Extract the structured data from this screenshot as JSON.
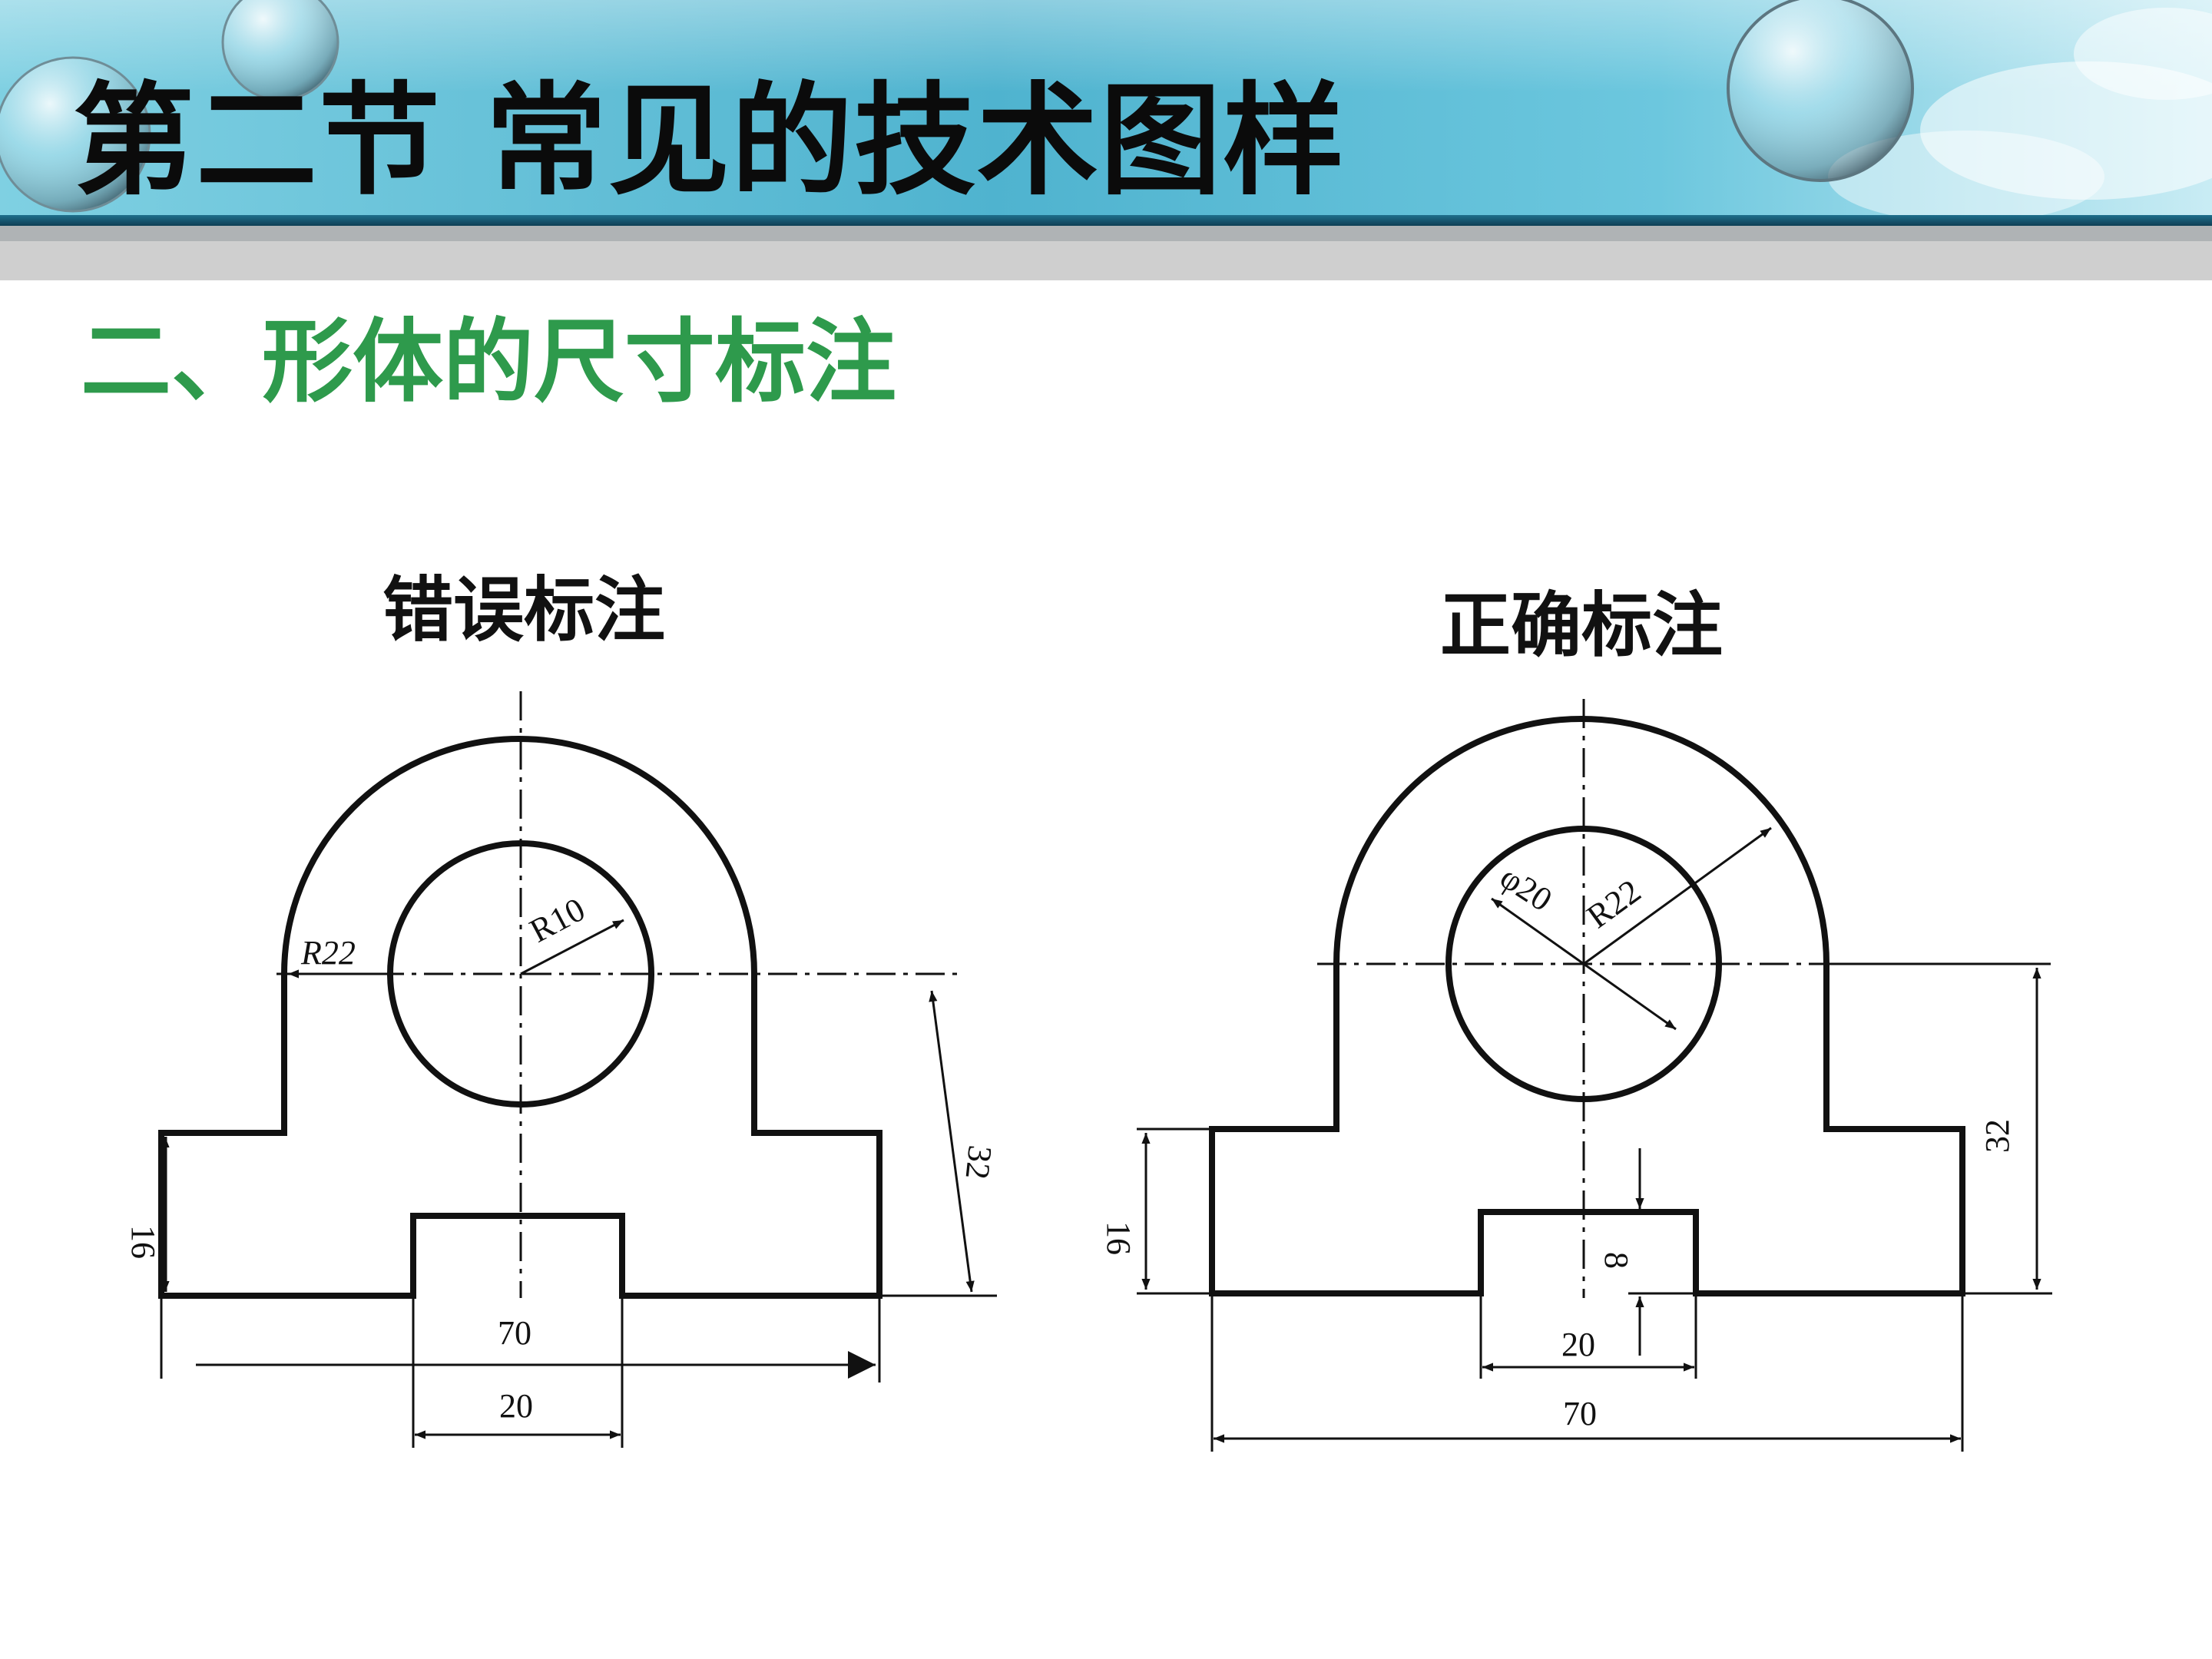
{
  "slide": {
    "title": "第二节   常见的技术图样",
    "subtitle": "二、形体的尺寸标注"
  },
  "left_drawing": {
    "caption": "错误标注",
    "dims": {
      "r_outer": "R22",
      "r_inner": "R10",
      "height": "32",
      "base": "16",
      "width": "70",
      "slot": "20"
    }
  },
  "right_drawing": {
    "caption": "正确标注",
    "dims": {
      "diameter": "φ20",
      "radius": "R22",
      "height": "32",
      "base": "16",
      "slot_depth": "8",
      "slot": "20",
      "width": "70"
    }
  },
  "colors": {
    "title": "#0b0b0b",
    "subtitle": "#2e9a4c",
    "banner": "#5fbfd6"
  }
}
